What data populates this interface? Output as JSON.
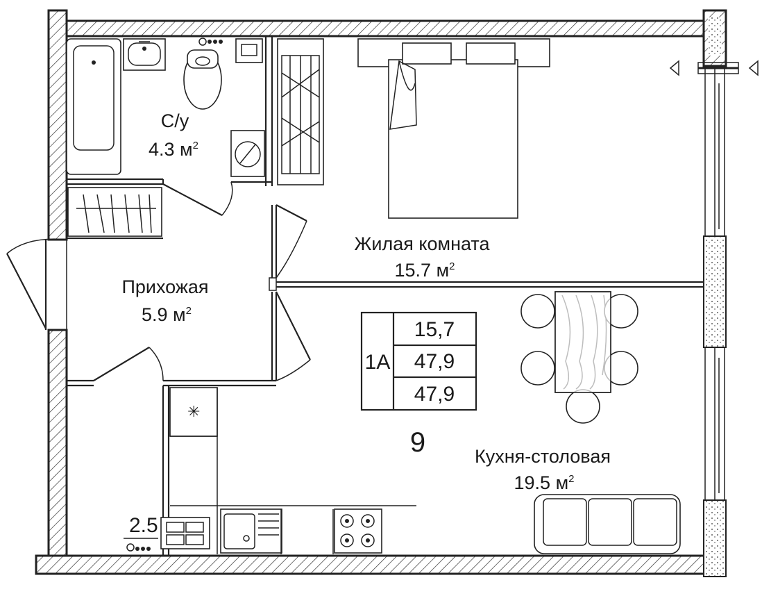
{
  "rooms": {
    "bathroom": {
      "name": "С/у",
      "area": "4.3 м",
      "sup": "2"
    },
    "living": {
      "name": "Жилая комната",
      "area": "15.7 м",
      "sup": "2"
    },
    "hall": {
      "name": "Прихожая",
      "area": "5.9 м",
      "sup": "2"
    },
    "kitchen": {
      "name": "Кухня-столовая",
      "area": "19.5 м",
      "sup": "2"
    }
  },
  "stamp": {
    "type": "1А",
    "values": [
      "15,7",
      "47,9",
      "47,9"
    ]
  },
  "floor_number": "9",
  "corner_label": "2.5",
  "colors": {
    "line": "#222222",
    "background": "#ffffff"
  }
}
